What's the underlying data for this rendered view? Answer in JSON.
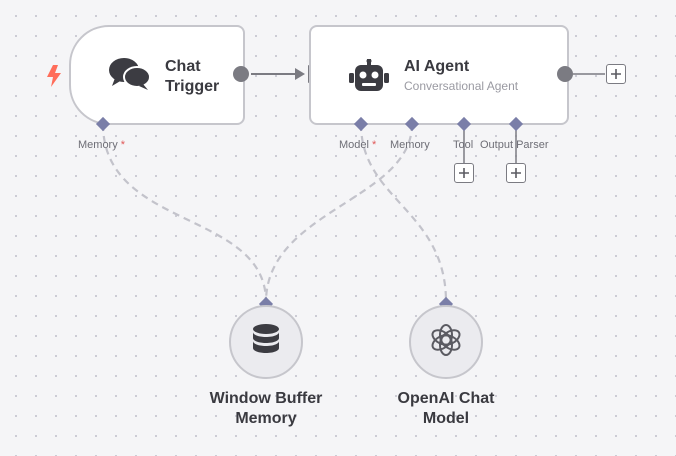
{
  "nodes": {
    "chat_trigger": {
      "title": "Chat\nTrigger",
      "icon": "chat-bubbles-icon"
    },
    "ai_agent": {
      "title": "AI Agent",
      "subtitle": "Conversational Agent",
      "icon": "robot-icon"
    },
    "window_buffer_memory": {
      "title": "Window Buffer\nMemory",
      "icon": "database-icon"
    },
    "openai_chat_model": {
      "title": "OpenAI Chat\nModel",
      "icon": "openai-logo-icon"
    }
  },
  "ports": {
    "trigger_memory": {
      "label": "Memory",
      "required": "*"
    },
    "agent_model": {
      "label": "Model",
      "required": "*"
    },
    "agent_memory": {
      "label": "Memory"
    },
    "agent_tool": {
      "label": "Tool"
    },
    "agent_output_parser": {
      "label": "Output Parser"
    }
  },
  "icons": {
    "trigger": "lightning-bolt-icon",
    "add": "plus-icon"
  },
  "colors": {
    "trigger_bolt": "#ff6d5a",
    "port": "#7a7ea8",
    "connector": "#7b7b82",
    "required": "#e05757"
  }
}
